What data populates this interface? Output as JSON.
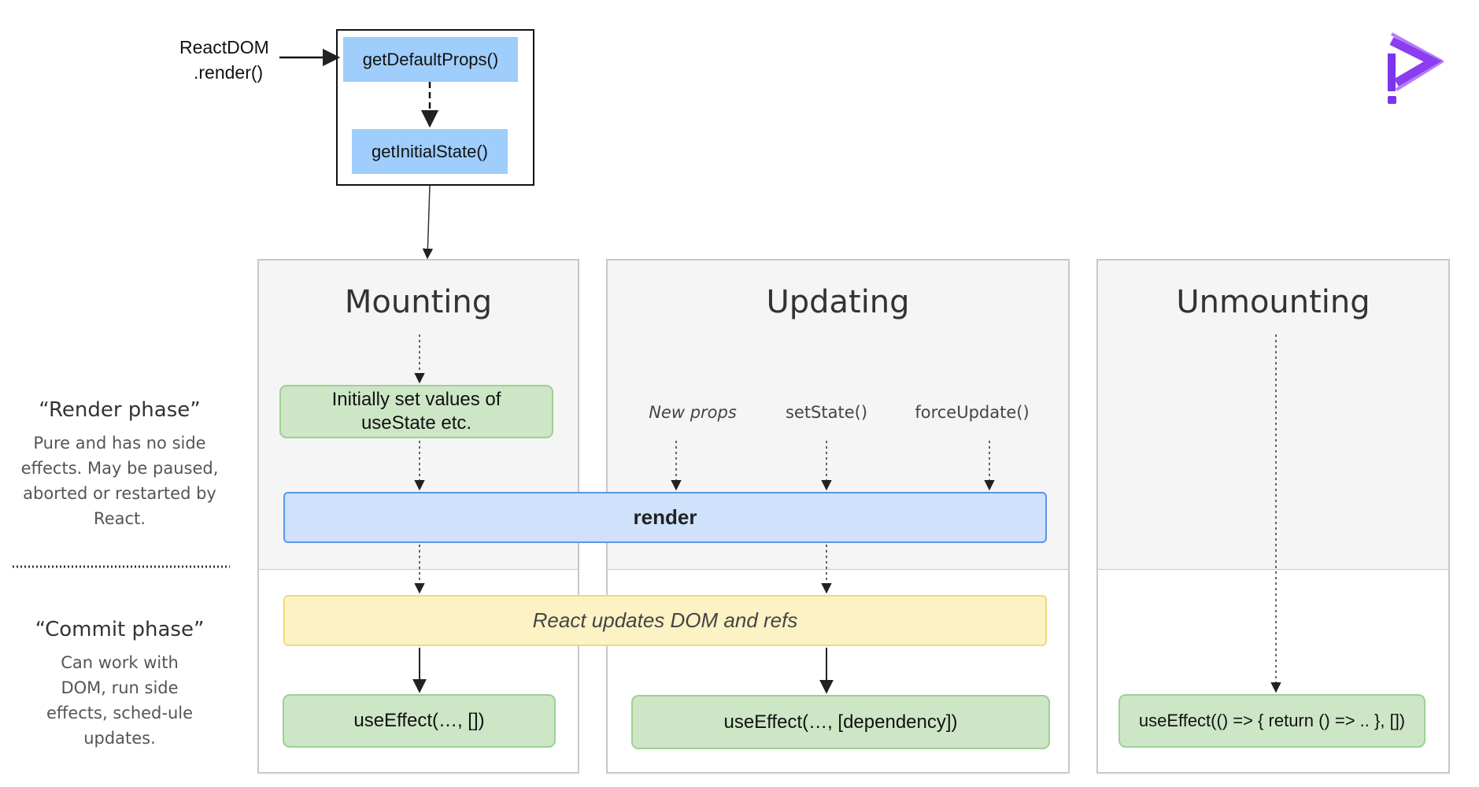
{
  "initialization": {
    "entry_line1": "ReactDOM",
    "entry_line2": ".render()",
    "step1": "getDefaultProps()",
    "step2": "getInitialState()"
  },
  "columns": {
    "mounting": {
      "title": "Mounting",
      "init_box": "Initially set values of useState etc.",
      "effect": "useEffect(…, [])"
    },
    "updating": {
      "title": "Updating",
      "triggers": [
        "New props",
        "setState()",
        "forceUpdate()"
      ],
      "effect": "useEffect(…, [dependency])"
    },
    "unmounting": {
      "title": "Unmounting",
      "effect": "useEffect(() => { return () => .. }, [])"
    }
  },
  "shared": {
    "render": "render",
    "commit": "React updates DOM and refs"
  },
  "phases": {
    "render": {
      "title": "“Render phase”",
      "desc": "Pure and has no side effects. May be paused, aborted or restarted by React."
    },
    "commit": {
      "title": "“Commit phase”",
      "desc": "Can work with DOM, run side effects, sched-ule updates."
    }
  },
  "logo_icon": "play-logo-icon",
  "colors": {
    "green_fill": "#cde6c6",
    "blue_fill": "#cfe1fb",
    "yellow_fill": "#fdf2c4",
    "init_fill": "#9fcdfc",
    "logo_purple": "#8b3df0"
  }
}
